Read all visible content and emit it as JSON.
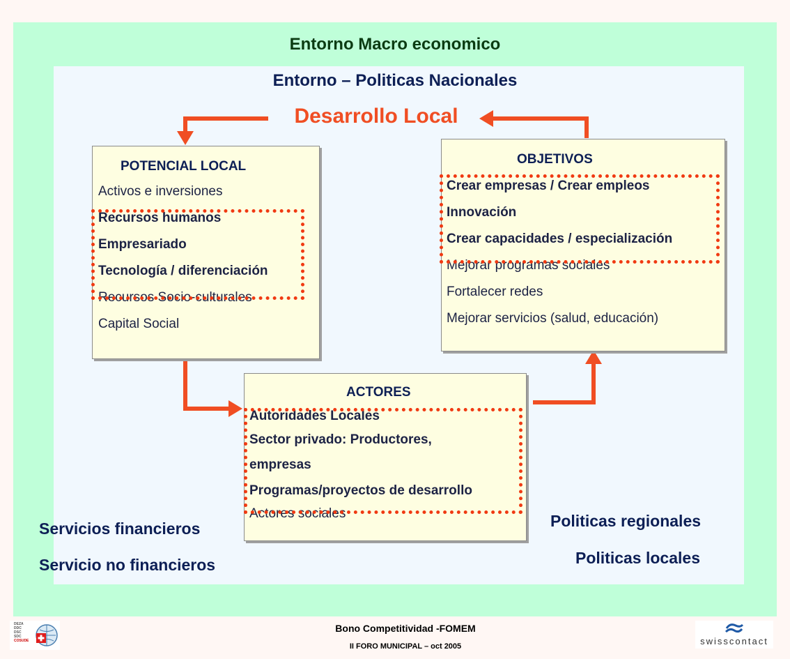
{
  "titles": {
    "macro": "Entorno Macro economico",
    "nacional": "Entorno – Politicas Nacionales",
    "desarrollo": "Desarrollo  Local"
  },
  "potencial": {
    "heading": "POTENCIAL LOCAL",
    "items": [
      "Activos e inversiones",
      "Recursos humanos",
      "Empresariado",
      "Tecnología / diferenciación",
      "Recursos Socio-culturales",
      "Capital Social"
    ]
  },
  "objetivos": {
    "heading": "OBJETIVOS",
    "items": [
      "Crear empresas / Crear empleos",
      "Innovación",
      "Crear capacidades / especialización",
      "Mejorar programas sociales",
      "Fortalecer redes",
      "Mejorar servicios (salud, educación)"
    ]
  },
  "actores": {
    "heading": "ACTORES",
    "items": [
      "Autoridades Locales",
      "Sector privado: Productores,",
      "empresas",
      "Programas/proyectos de desarrollo",
      "Actores sociales"
    ]
  },
  "left_labels": [
    "Servicios financieros",
    "Servicio no financieros"
  ],
  "right_labels": [
    "Politicas regionales",
    "Politicas locales"
  ],
  "footer": {
    "line1": "Bono Competitividad  -FOMEM",
    "line2": "II FORO MUNICIPAL  – oct 2005"
  },
  "logos": {
    "left_text": [
      "DEZA",
      "DDC",
      "DSC",
      "SDC",
      "COSUDE"
    ],
    "right_text": "swisscontact"
  },
  "colors": {
    "outer": "#bfffd9",
    "inner": "#f1f8fe",
    "box": "#fefee1",
    "arrow": "#f04e23"
  }
}
